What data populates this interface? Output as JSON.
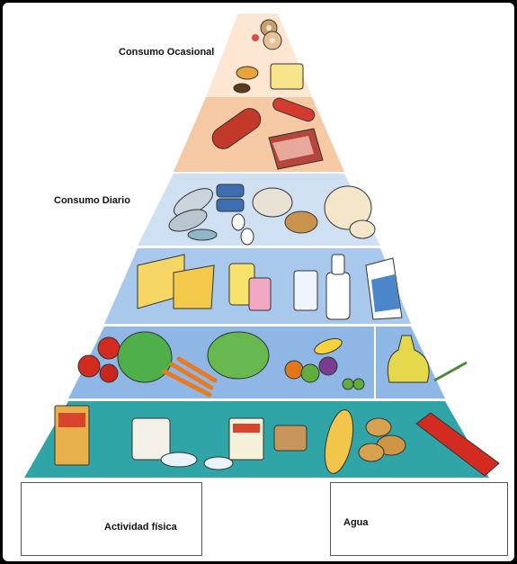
{
  "labels": {
    "occasional": "Consumo Ocasional",
    "daily": "Consumo Diario",
    "activity": "Actividad física",
    "water": "Agua"
  },
  "colors": {
    "tier_peach": "#f5c9a3",
    "tier_light_blue": "#cfe0f2",
    "tier_mid_blue": "#a9c9ec",
    "tier_blue": "#8fb7e6",
    "tier_teal": "#54b8b0",
    "tier_base_teal": "#2fa5a8",
    "divider": "#ffffff"
  }
}
